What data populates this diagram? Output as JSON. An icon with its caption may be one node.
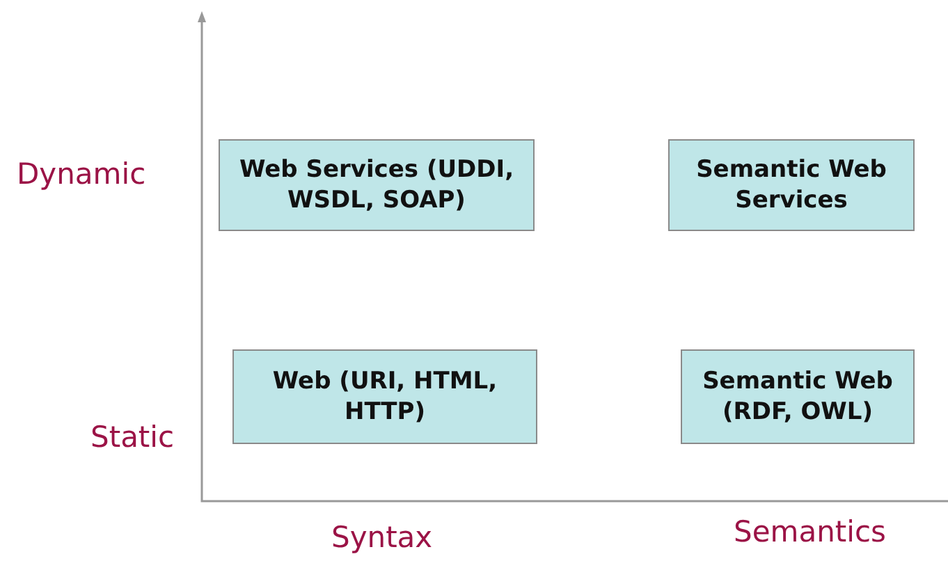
{
  "diagram": {
    "nodes": [
      {
        "text": [
          "Web Services (UDDI, WSDL, SOAP)"
        ]
      },
      {
        "text": [
          "Semantic Web Services"
        ]
      },
      {
        "text": [
          "Web (URI, HTML, HTTP)"
        ]
      },
      {
        "text": [
          "Semantic Web (RDF, OWL)"
        ]
      }
    ],
    "edges": [],
    "labels": [
      "Dynamic",
      "Static",
      "Syntax",
      "Semantics"
    ]
  }
}
